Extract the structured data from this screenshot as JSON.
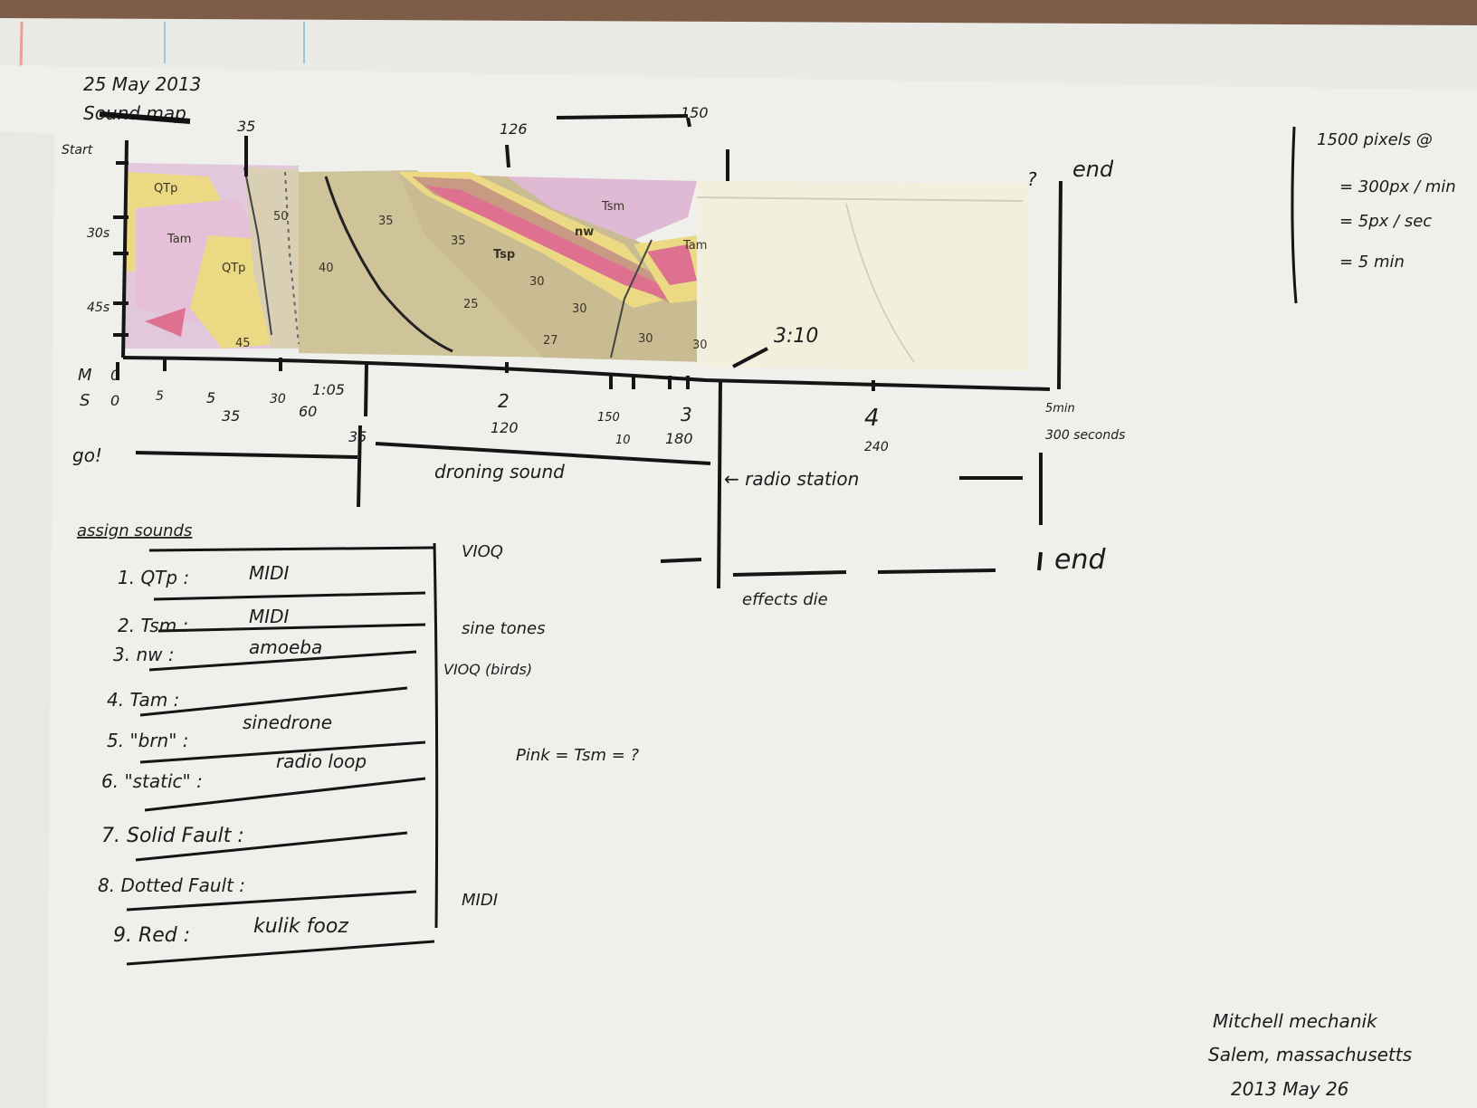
{
  "header": {
    "date": "25 May 2013",
    "title_struck": "Sound map"
  },
  "colors": {
    "paper": "#eeeeea",
    "ink": "#1c1c1c",
    "map_tan": "#cfc39a",
    "map_yellow": "#ecd984",
    "map_pink": "#e0b9d4",
    "map_red": "#de7090",
    "map_brown": "#c89a84"
  },
  "left_axis": [
    "Start",
    "30s",
    "45s"
  ],
  "top_marks": {
    "t35": "35",
    "t126": "126",
    "t150": "150",
    "qmark": "?",
    "end": "end"
  },
  "map_labels": [
    "QTp",
    "Tam",
    "QTp",
    "Tsm",
    "nw",
    "Tsp",
    "Tam",
    "50",
    "40",
    "35",
    "35",
    "25",
    "30",
    "30",
    "27",
    "30",
    "30",
    "45"
  ],
  "bottom_axis": {
    "m": "M",
    "s": "S",
    "ticks": [
      {
        "top": "0",
        "bottom": "0"
      },
      {
        "top": "5",
        "bottom": ""
      },
      {
        "top": "5",
        "bottom": "35"
      },
      {
        "top": "30",
        "bottom": ""
      },
      {
        "top": "1:05",
        "bottom": "60"
      },
      {
        "top": "2",
        "bottom": "120"
      },
      {
        "top": "150",
        "bottom": "10"
      },
      {
        "top": "3",
        "bottom": "180"
      },
      {
        "top": "4",
        "bottom": "240"
      },
      {
        "top": "5min",
        "bottom": "300 seconds"
      }
    ],
    "marker_310": "3:10"
  },
  "timeline": {
    "go": "go!",
    "t35": "35",
    "droning": "droning sound",
    "radio": "← radio station",
    "effects": "effects die",
    "end": "end"
  },
  "assign": {
    "heading": "assign sounds",
    "items": [
      {
        "label": "1. QTp :",
        "sound": "MIDI"
      },
      {
        "label": "2. Tsm :",
        "sound": "MIDI"
      },
      {
        "label": "3. nw :",
        "sound": "amoeba"
      },
      {
        "label": "4. Tam :",
        "sound": ""
      },
      {
        "label": "5. \"brn\" :",
        "sound": "sinedrone"
      },
      {
        "label": "6. \"static\" :",
        "sound": "radio loop"
      },
      {
        "label": "7. Solid Fault :",
        "sound": ""
      },
      {
        "label": "8. Dotted Fault :",
        "sound": ""
      },
      {
        "label": "9. Red :",
        "sound": "kulik fooz"
      }
    ],
    "outputs": [
      "VIOQ",
      "sine tones",
      "VIOQ (birds)",
      "MIDI"
    ]
  },
  "note_pink": "Pink = Tsm = ?",
  "scale_note": [
    "1500 pixels @",
    "= 300px / min",
    "= 5px / sec",
    "= 5 min"
  ],
  "signature": [
    "Mitchell mechanik",
    "Salem, massachusetts",
    "2013 May 26"
  ]
}
